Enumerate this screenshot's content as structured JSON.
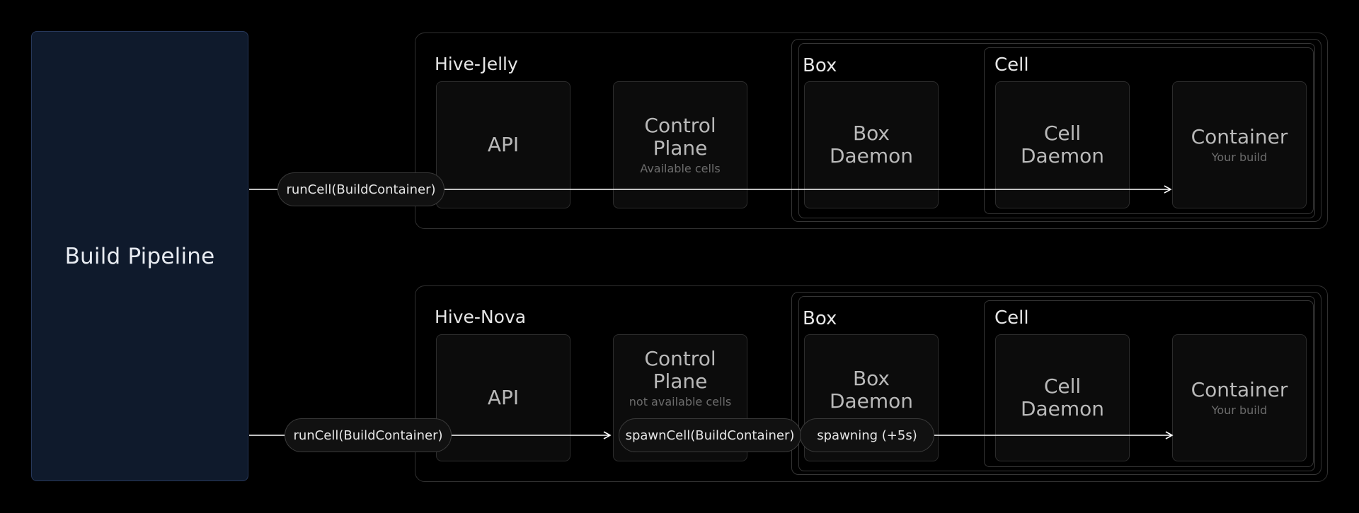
{
  "pipeline": {
    "label": "Build Pipeline"
  },
  "hives": [
    {
      "title": "Hive-Jelly",
      "api": "API",
      "control_plane": {
        "name": "Control\nPlane",
        "sub": "Available cells"
      },
      "box": {
        "title": "Box",
        "daemon": "Box\nDaemon"
      },
      "cell": {
        "title": "Cell",
        "daemon": "Cell\nDaemon"
      },
      "container": {
        "name": "Container",
        "sub": "Your build"
      },
      "calls": [
        "runCell(BuildContainer)"
      ]
    },
    {
      "title": "Hive-Nova",
      "api": "API",
      "control_plane": {
        "name": "Control\nPlane",
        "sub": "not available cells"
      },
      "box": {
        "title": "Box",
        "daemon": "Box\nDaemon"
      },
      "cell": {
        "title": "Cell",
        "daemon": "Cell\nDaemon"
      },
      "container": {
        "name": "Container",
        "sub": "Your build"
      },
      "calls": [
        "runCell(BuildContainer)",
        "spawnCell(BuildContainer)",
        "spawning (+5s)"
      ]
    }
  ],
  "colors": {
    "pipeline_bg": "#0f1a2c",
    "arrow": "#ffffff"
  }
}
